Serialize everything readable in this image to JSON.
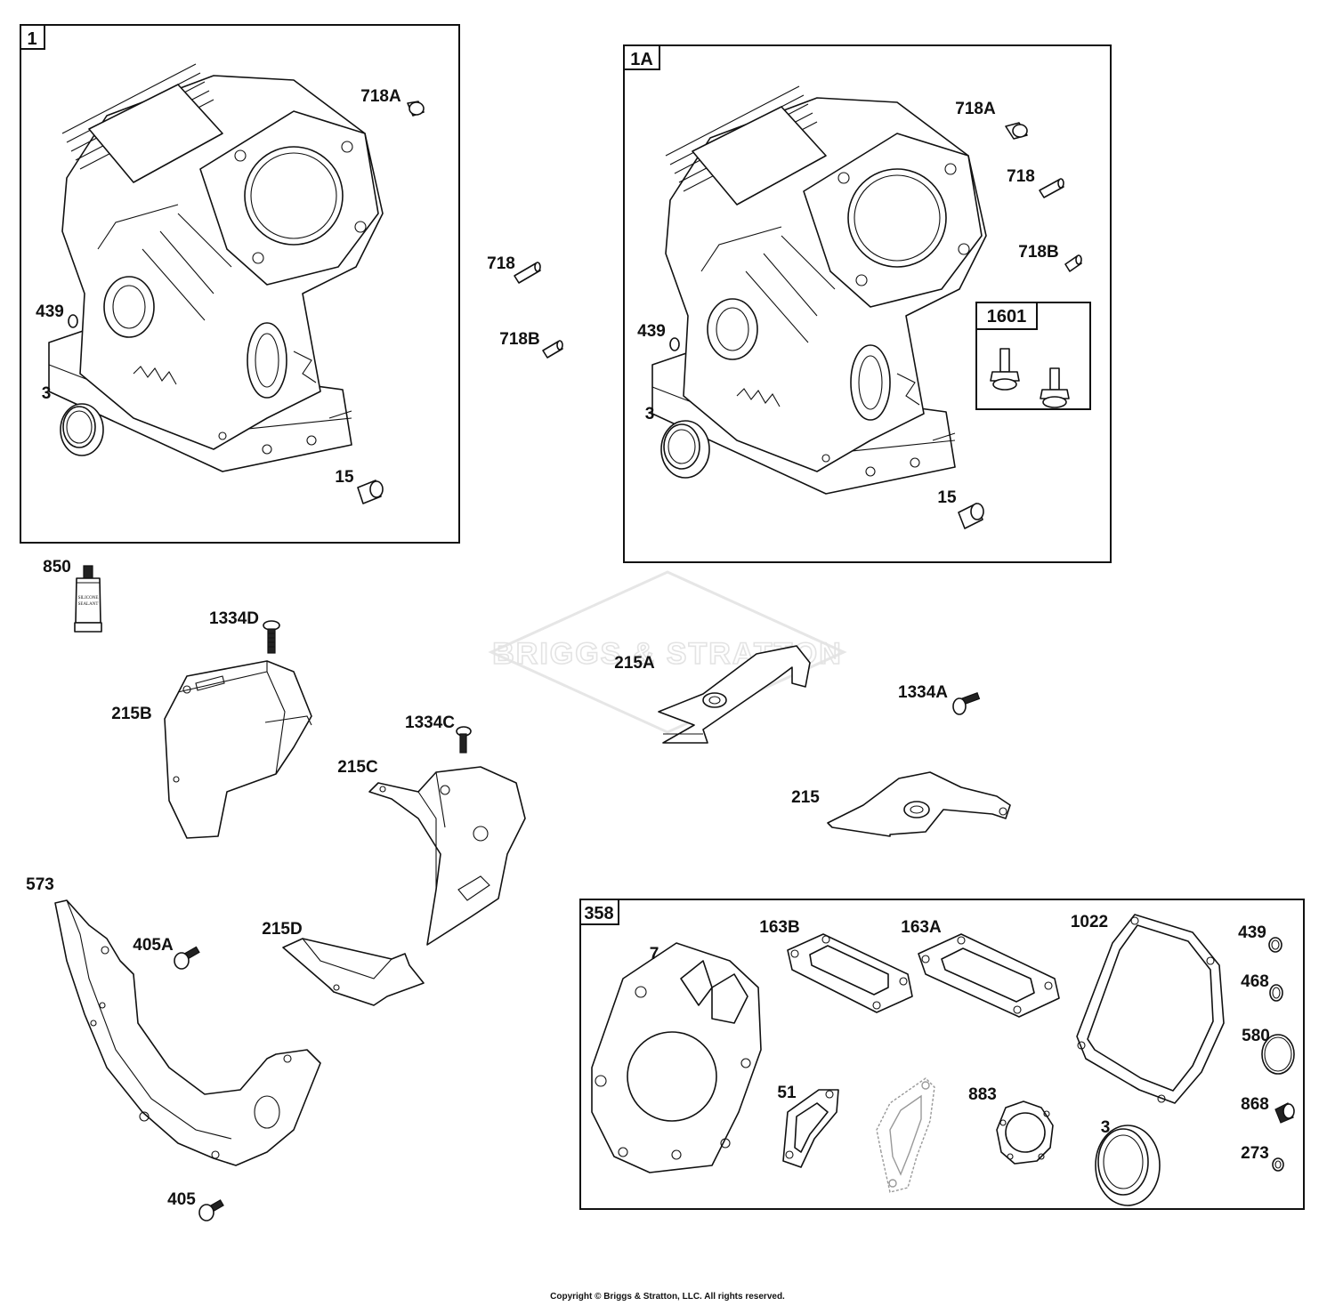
{
  "watermark": "BRIGGS & STRATTON",
  "copyright": "Copyright © Briggs & Stratton, LLC. All rights reserved.",
  "tube_text": [
    "SILICONE",
    "SEALANT"
  ],
  "boxes": {
    "b1": "1",
    "b1a": "1A",
    "b1601": "1601",
    "b358": "358"
  },
  "labels": {
    "l718a_1": "718A",
    "l439_1": "439",
    "l3_1": "3",
    "l15_1": "15",
    "l718_mid": "718",
    "l718b_mid": "718B",
    "l718a_2": "718A",
    "l718_2": "718",
    "l718b_2": "718B",
    "l439_2": "439",
    "l3_2": "3",
    "l15_2": "15",
    "l850": "850",
    "l1334d": "1334D",
    "l215b": "215B",
    "l1334c": "1334C",
    "l215c": "215C",
    "l215a": "215A",
    "l1334a": "1334A",
    "l215": "215",
    "l573": "573",
    "l405a": "405A",
    "l215d": "215D",
    "l405": "405",
    "l7": "7",
    "l163b": "163B",
    "l163a": "163A",
    "l1022": "1022",
    "l439_3": "439",
    "l468": "468",
    "l580": "580",
    "l868": "868",
    "l273": "273",
    "l51": "51",
    "l883": "883",
    "l3_3": "3"
  }
}
